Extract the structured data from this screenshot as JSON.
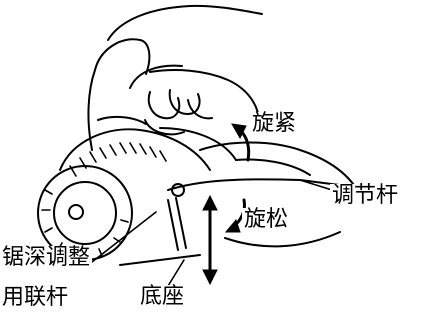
{
  "labels": {
    "tighten": "旋紧",
    "loosen": "旋松",
    "lever": "调节杆",
    "depth_adjust_line1": "锯深调整",
    "depth_adjust_line2": "用联杆",
    "base": "底座"
  }
}
